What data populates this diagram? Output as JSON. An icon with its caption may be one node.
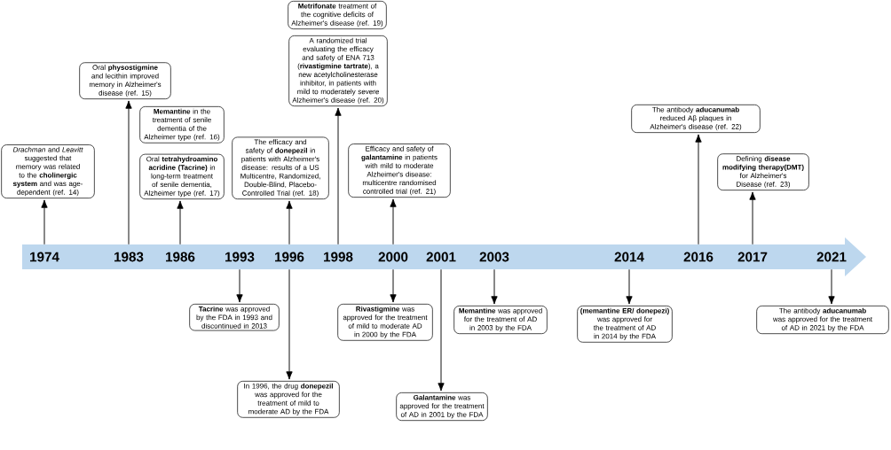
{
  "diagram": {
    "nodes": [
      {
        "text": [
          "1974"
        ]
      },
      {
        "text": [
          "1983"
        ]
      },
      {
        "text": [
          "1986"
        ]
      },
      {
        "text": [
          "1993"
        ]
      },
      {
        "text": [
          "1996"
        ]
      },
      {
        "text": [
          "1998"
        ]
      },
      {
        "text": [
          "2000"
        ]
      },
      {
        "text": [
          "2001"
        ]
      },
      {
        "text": [
          "2003"
        ]
      },
      {
        "text": [
          "2014"
        ]
      },
      {
        "text": [
          "2016"
        ]
      },
      {
        "text": [
          "2017"
        ]
      },
      {
        "text": [
          "2021"
        ]
      },
      {
        "text": [
          "*Drachman* and *Leavitt* suggested that memory was related to the **cholinergic system** and was age-dependent (ref. 14)"
        ]
      },
      {
        "text": [
          "Oral **physostigmine** and lecithin improved memory in Alzheimer's disease (ref. 15)"
        ]
      },
      {
        "text": [
          "**Memantine** in the treatment of senile dementia of the Alzheimer type (ref. 16)"
        ]
      },
      {
        "text": [
          "Oral **tetrahydroamino acridine (Tacrine)** in long-term treatment of senile dementia, Alzheimer type (ref. 17)"
        ]
      },
      {
        "text": [
          "The efficacy and safety of **donepezil** in patients with Alzheimer's disease: results of a US Multicentre, Randomized, Double-Blind, Placebo-Controlled Trial (ref. 18)"
        ]
      },
      {
        "text": [
          "**Metrifonate** treatment of the cognitive deficits of Alzheimer's disease (ref. 19)"
        ]
      },
      {
        "text": [
          "A randomized trial evaluating the efficacy and safety of ENA 713 (**rivastigmine tartrate**), a new acetylcholinesterase inhibitor, in patients with mild to moderately severe Alzheimer's disease (ref. 20)"
        ]
      },
      {
        "text": [
          "Efficacy and safety of **galantamine** in patients with mild to moderate Alzheimer's disease: multicentre randomised controlled trial (ref. 21)"
        ]
      },
      {
        "text": [
          "The antibody **aducanumab** reduced Aβ plaques in Alzheimer's disease (ref. 22)"
        ]
      },
      {
        "text": [
          "Defining **disease modifying therapy(DMT)** for Alzheimer's Disease (ref. 23)"
        ]
      },
      {
        "text": [
          "**Tacrine** was approved by the FDA in 1993 and discontinued in 2013"
        ]
      },
      {
        "text": [
          "In 1996, the drug **donepezil** was approved for the treatment of mild to moderate AD by the FDA"
        ]
      },
      {
        "text": [
          "**Rivastigmine** was approved for the treatment of mild to moderate AD in 2000 by the FDA"
        ]
      },
      {
        "text": [
          "**Galantamine** was approved for the treatment of AD in 2001 by the FDA"
        ]
      },
      {
        "text": [
          "**Memantine** was approved for the treatment of AD in 2003 by the FDA"
        ]
      },
      {
        "text": [
          "**(memantine ER/ donepezi)** was approved for the treatment of AD in 2014 by the FDA"
        ]
      },
      {
        "text": [
          "The antibody **aducanumab** was approved for the treatment of AD in 2021 by the FDA"
        ]
      }
    ],
    "edges": [
      {
        "from": 0,
        "to": 13,
        "arrow": "to"
      },
      {
        "from": 1,
        "to": 14,
        "arrow": "to"
      },
      {
        "from": 2,
        "to": 16,
        "arrow": "to"
      },
      {
        "from": 4,
        "to": 17,
        "arrow": "to"
      },
      {
        "from": 5,
        "to": 19,
        "arrow": "to"
      },
      {
        "from": 6,
        "to": 20,
        "arrow": "to"
      },
      {
        "from": 10,
        "to": 21,
        "arrow": "to"
      },
      {
        "from": 11,
        "to": 22,
        "arrow": "to"
      },
      {
        "from": 3,
        "to": 23,
        "arrow": "to"
      },
      {
        "from": 4,
        "to": 24,
        "arrow": "to"
      },
      {
        "from": 6,
        "to": 25,
        "arrow": "to"
      },
      {
        "from": 7,
        "to": 26,
        "arrow": "to"
      },
      {
        "from": 8,
        "to": 27,
        "arrow": "to"
      },
      {
        "from": 9,
        "to": 28,
        "arrow": "to"
      },
      {
        "from": 12,
        "to": 29,
        "arrow": "to"
      }
    ]
  }
}
